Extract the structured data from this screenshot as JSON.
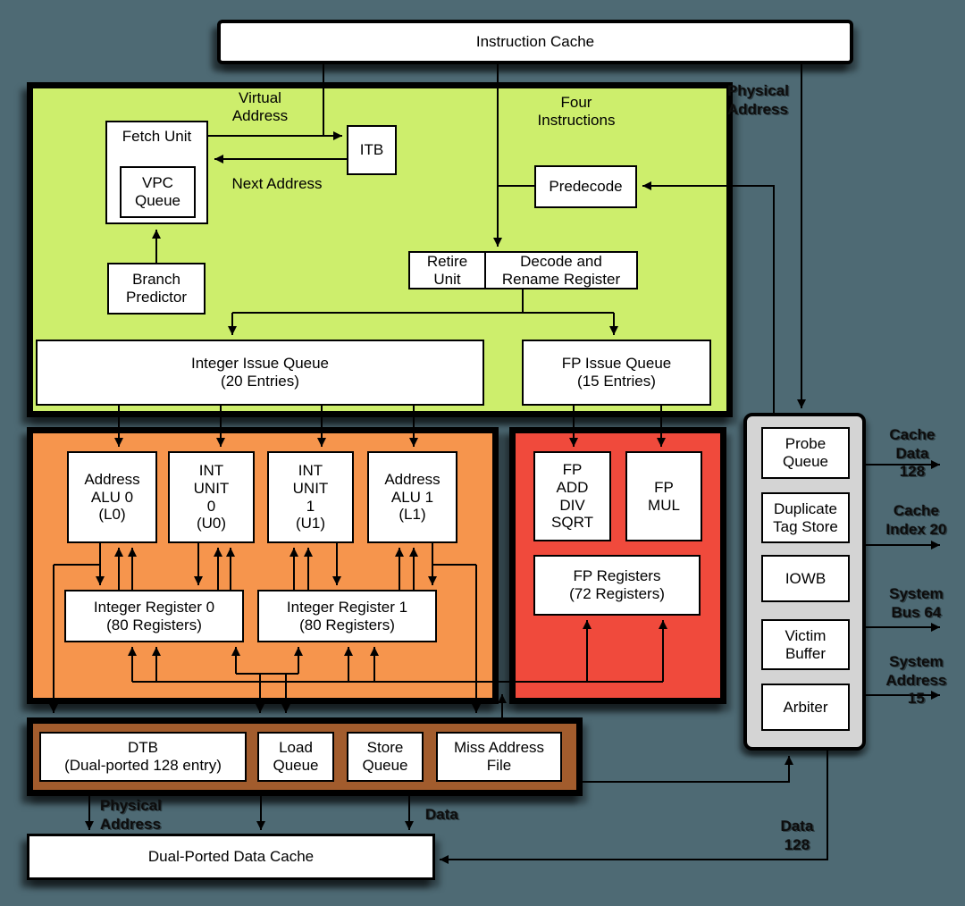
{
  "colors": {
    "bg": "#4e6a74",
    "region_green": "#cdee6c",
    "region_orange": "#f6954d",
    "region_red": "#f04a3c",
    "region_brown": "#a25c2d",
    "region_gray": "#d4d4d4",
    "box": "#ffffff",
    "line": "#000000"
  },
  "blocks": {
    "icache": "Instruction Cache",
    "fetch": "Fetch Unit",
    "vpc": "VPC\nQueue",
    "itb": "ITB",
    "branch_predictor": "Branch\nPredictor",
    "predecode": "Predecode",
    "retire": "Retire\nUnit",
    "decode": "Decode and\nRename Register",
    "iiq": "Integer Issue Queue\n(20 Entries)",
    "fpq": "FP Issue  Queue\n(15 Entries)",
    "alu0": "Address\nALU 0\n(L0)",
    "u0": "INT\nUNIT\n0\n(U0)",
    "u1": "INT\nUNIT\n1\n(U1)",
    "alu1": "Address\nALU 1\n(L1)",
    "reg0": "Integer Register 0\n(80 Registers)",
    "reg1": "Integer Register 1\n(80 Registers)",
    "fp_add": "FP\nADD\nDIV\nSQRT",
    "fp_mul": "FP\nMUL",
    "fp_regs": "FP Registers\n(72 Registers)",
    "probe_queue": "Probe\nQueue",
    "dup_tag": "Duplicate\nTag Store",
    "iowb": "IOWB",
    "victim": "Victim\nBuffer",
    "arbiter": "Arbiter",
    "dtb": "DTB\n(Dual-ported 128 entry)",
    "load_queue": "Load\nQueue",
    "store_queue": "Store\nQueue",
    "maf": "Miss Address\nFile",
    "dcache": "Dual-Ported Data Cache"
  },
  "labels": {
    "virtual_address": "Virtual\nAddress",
    "next_address": "Next Address",
    "four_instructions": "Four\nInstructions",
    "physical_address_top": "Physical\nAddress",
    "cache_data": "Cache\nData\n128",
    "cache_index": "Cache\nIndex 20",
    "system_bus": "System\nBus 64",
    "system_address": "System\nAddress\n15",
    "physical_address_bottom": "Physical\nAddress",
    "data": "Data",
    "data_128": "Data\n128"
  }
}
